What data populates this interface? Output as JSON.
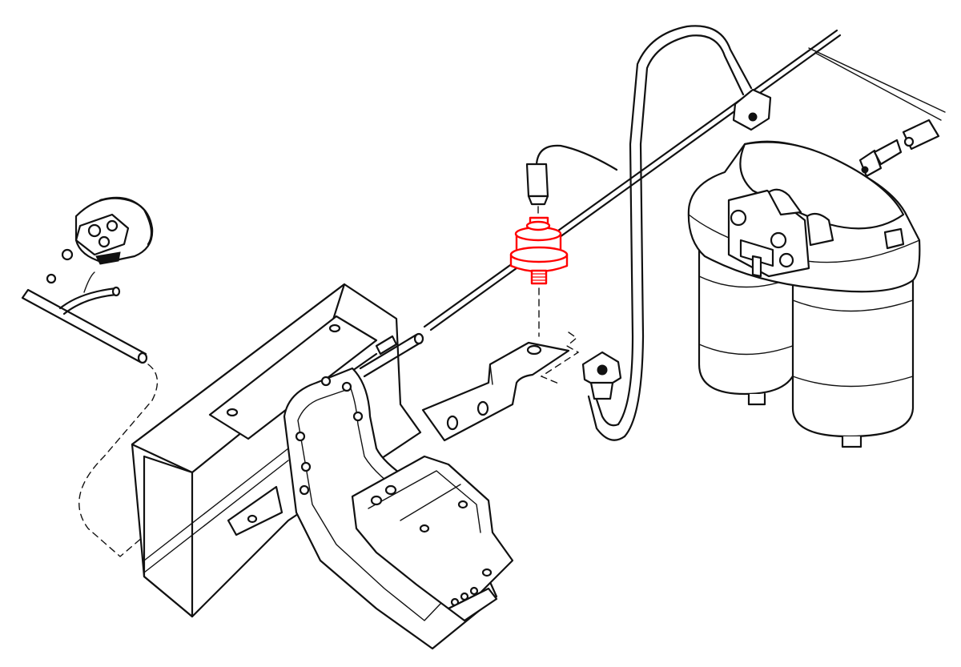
{
  "colors": {
    "background": "#ffffff",
    "line": "#111111",
    "highlight": "#ff0000"
  },
  "parts": [
    {
      "id": "gauge",
      "icon": "gauge-icon"
    },
    {
      "id": "sensor",
      "icon": "sensor-icon",
      "highlighted": true
    },
    {
      "id": "fuel-filter-assembly",
      "icon": "filter-icon"
    },
    {
      "id": "frame-rail",
      "icon": "frame-icon"
    }
  ]
}
